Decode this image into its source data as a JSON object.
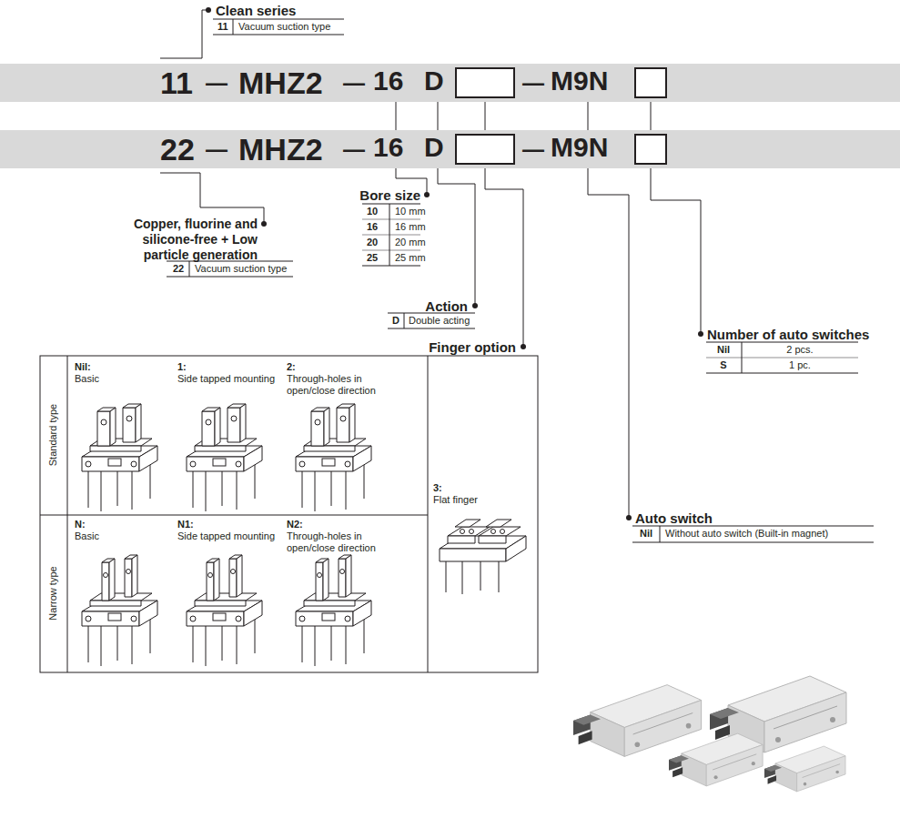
{
  "diagram": {
    "nodes": [
      {
        "text": [
          "11",
          "—",
          "MHZ2",
          "—",
          "—"
        ]
      },
      {
        "text": [
          "16"
        ],
        "in": 0
      },
      {
        "text": [
          "D"
        ],
        "in": 0
      },
      {
        "text": [
          "M9N"
        ],
        "in": 0
      },
      {
        "text": [
          "22",
          "—",
          "MHZ2",
          "—",
          "—"
        ]
      },
      {
        "text": [
          "16"
        ],
        "in": 4
      },
      {
        "text": [
          "D"
        ],
        "in": 4
      },
      {
        "text": [
          "M9N"
        ],
        "in": 4
      }
    ],
    "labels": [
      "Clean series",
      "11",
      "Vacuum suction type",
      "Copper, fluorine and silicone-free + Low particle generation",
      "22",
      "Vacuum suction type",
      "Bore size",
      "10",
      "10 mm",
      "16",
      "16 mm",
      "20",
      "20 mm",
      "25",
      "25 mm",
      "Action",
      "D",
      "Double acting",
      "Number of auto switches",
      "Nil",
      "2 pcs.",
      "S",
      "1 pc.",
      "Finger option",
      "Standard type",
      "Nil:",
      "Basic",
      "1:",
      "Side tapped mounting",
      "2:",
      "Through-holes in open/close direction",
      "3:",
      "Flat finger",
      "Narrow type",
      "N:",
      "Basic",
      "N1:",
      "Side tapped mounting",
      "N2:",
      "Through-holes in open/close direction",
      "Auto switch",
      "Nil",
      "Without auto switch (Built-in magnet)"
    ]
  }
}
